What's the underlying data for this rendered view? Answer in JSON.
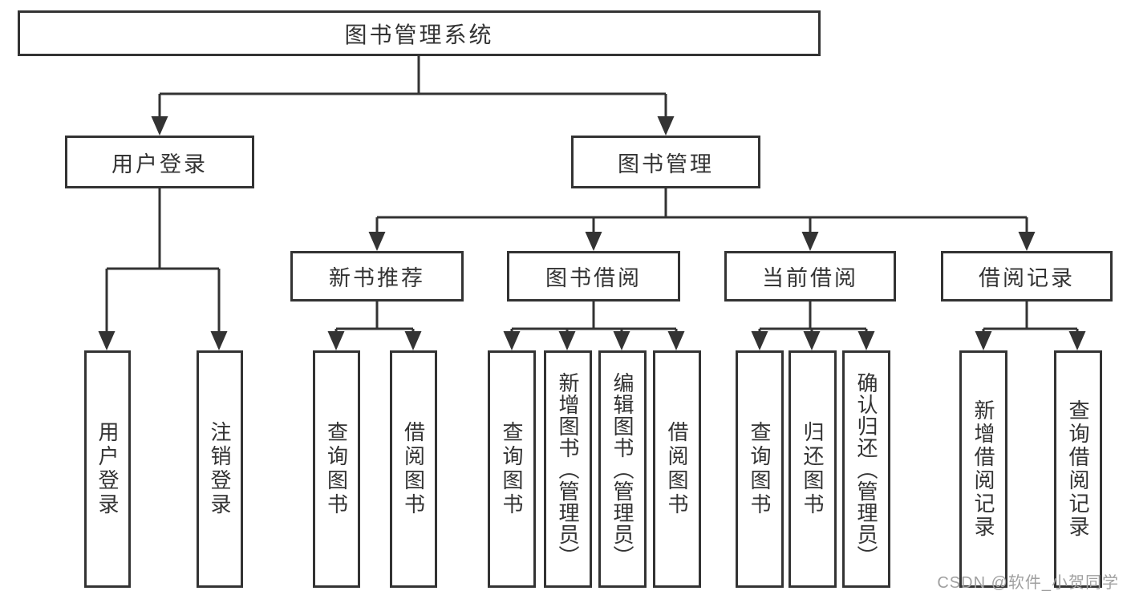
{
  "colors": {
    "line": "#333333",
    "border": "#333333",
    "text": "#333333",
    "box_background": "#ffffff",
    "page_background": "#ffffff",
    "watermark": "#a0a0a0"
  },
  "diagram": {
    "root": {
      "label": "图书管理系统"
    },
    "level2": [
      {
        "label": "用户登录"
      },
      {
        "label": "图书管理"
      }
    ],
    "level3": [
      {
        "label": "新书推荐",
        "parent": "图书管理"
      },
      {
        "label": "图书借阅",
        "parent": "图书管理"
      },
      {
        "label": "当前借阅",
        "parent": "图书管理"
      },
      {
        "label": "借阅记录",
        "parent": "图书管理"
      }
    ],
    "leaves": [
      {
        "label": "用户登录",
        "parent": "用户登录"
      },
      {
        "label": "注销登录",
        "parent": "用户登录"
      },
      {
        "label": "查询图书",
        "parent": "新书推荐"
      },
      {
        "label": "借阅图书",
        "parent": "新书推荐"
      },
      {
        "label": "查询图书",
        "parent": "图书借阅"
      },
      {
        "label": "新增图书（管理员）",
        "parent": "图书借阅"
      },
      {
        "label": "编辑图书（管理员）",
        "parent": "图书借阅"
      },
      {
        "label": "借阅图书",
        "parent": "图书借阅"
      },
      {
        "label": "查询图书",
        "parent": "当前借阅"
      },
      {
        "label": "归还图书",
        "parent": "当前借阅"
      },
      {
        "label": "确认归还（管理员）",
        "parent": "当前借阅"
      },
      {
        "label": "新增借阅记录",
        "parent": "借阅记录"
      },
      {
        "label": "查询借阅记录",
        "parent": "借阅记录"
      }
    ]
  },
  "watermark": {
    "text": "CSDN @软件_小贺同学"
  }
}
